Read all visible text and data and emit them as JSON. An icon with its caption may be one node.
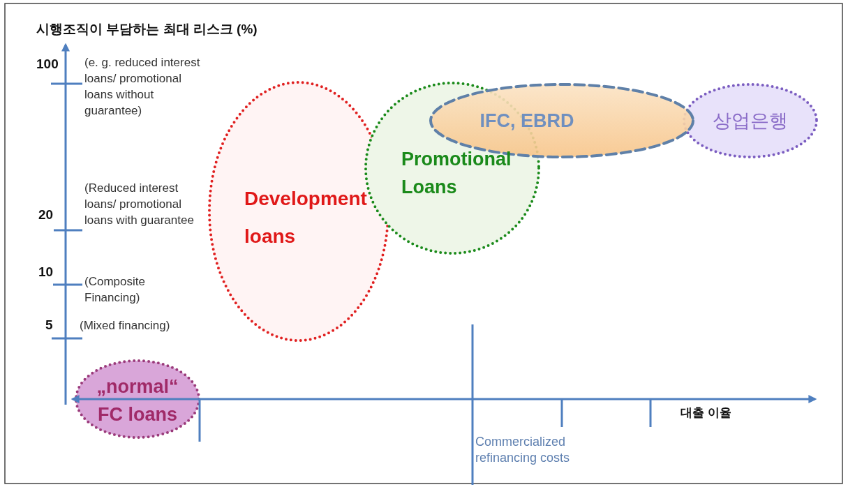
{
  "diagram": {
    "nodes": [
      {
        "text": [
          "Development loans"
        ]
      },
      {
        "text": [
          "Promotional Loans"
        ]
      },
      {
        "text": [
          "IFC, EBRD"
        ]
      },
      {
        "text": [
          "상업은행"
        ]
      },
      {
        "text": [
          "„normal“ FC loans"
        ]
      }
    ],
    "labels": [
      "시행조직이 부담하는 최대 리스크 (%)",
      "100",
      "(e. g. reduced interest loans/ promotional loans without guarantee)",
      "(Reduced interest loans/ promotional loans with guarantee",
      "20",
      "10",
      "(Composite Financing)",
      "5",
      "(Mixed financing)",
      "대출 이율",
      "Commercialized refinancing costs"
    ]
  }
}
